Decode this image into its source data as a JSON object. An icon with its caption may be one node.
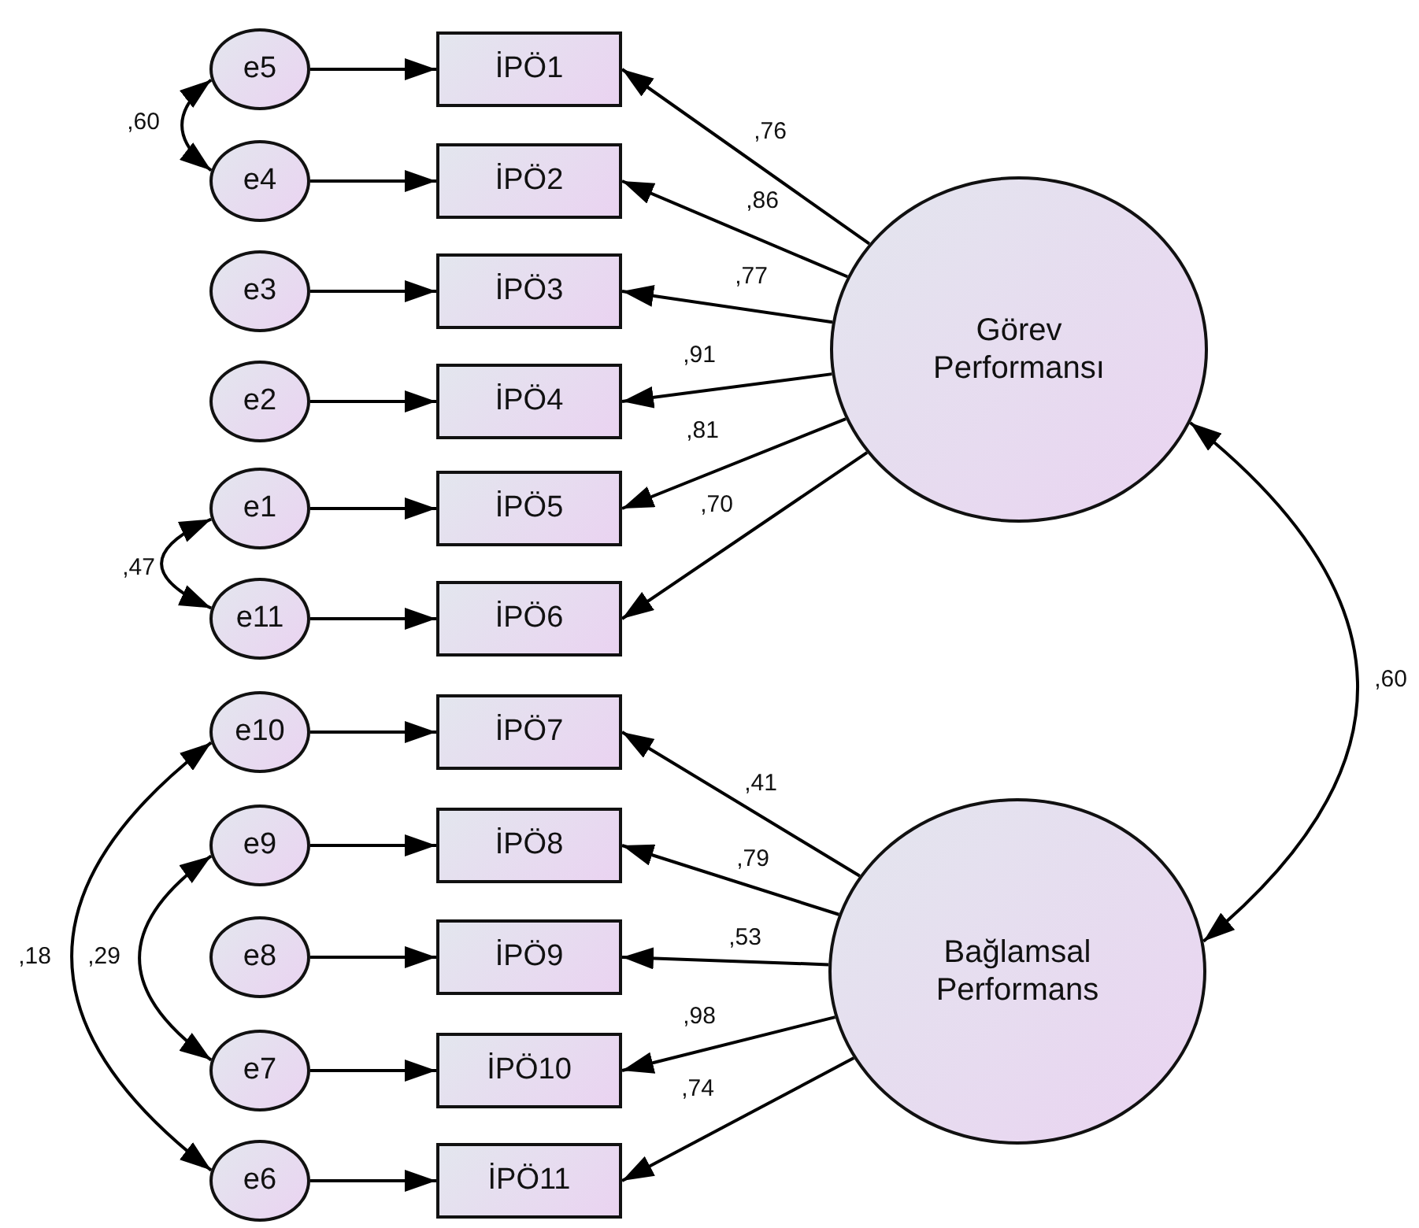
{
  "diagram": {
    "nodes": [
      {
        "text": [
          "e5"
        ]
      },
      {
        "text": [
          "e4"
        ]
      },
      {
        "text": [
          "e3"
        ]
      },
      {
        "text": [
          "e2"
        ]
      },
      {
        "text": [
          "e1"
        ]
      },
      {
        "text": [
          "e11"
        ]
      },
      {
        "text": [
          "e10"
        ]
      },
      {
        "text": [
          "e9"
        ]
      },
      {
        "text": [
          "e8"
        ]
      },
      {
        "text": [
          "e7"
        ]
      },
      {
        "text": [
          "e6"
        ]
      },
      {
        "text": [
          "İPÖ1"
        ]
      },
      {
        "text": [
          "İPÖ2"
        ]
      },
      {
        "text": [
          "İPÖ3"
        ]
      },
      {
        "text": [
          "İPÖ4"
        ]
      },
      {
        "text": [
          "İPÖ5"
        ]
      },
      {
        "text": [
          "İPÖ6"
        ]
      },
      {
        "text": [
          "İPÖ7"
        ]
      },
      {
        "text": [
          "İPÖ8"
        ]
      },
      {
        "text": [
          "İPÖ9"
        ]
      },
      {
        "text": [
          "İPÖ10"
        ]
      },
      {
        "text": [
          "İPÖ11"
        ]
      },
      {
        "text": [
          "Görev Performansı"
        ]
      },
      {
        "text": [
          "Bağlamsal Performans"
        ]
      }
    ],
    "edges": [
      {
        "from": 0,
        "to": 11,
        "arrow": "to"
      },
      {
        "from": 1,
        "to": 12,
        "arrow": "to"
      },
      {
        "from": 2,
        "to": 13,
        "arrow": "to"
      },
      {
        "from": 3,
        "to": 14,
        "arrow": "to"
      },
      {
        "from": 4,
        "to": 15,
        "arrow": "to"
      },
      {
        "from": 5,
        "to": 16,
        "arrow": "to"
      },
      {
        "from": 6,
        "to": 17,
        "arrow": "to"
      },
      {
        "from": 7,
        "to": 18,
        "arrow": "to"
      },
      {
        "from": 8,
        "to": 19,
        "arrow": "to"
      },
      {
        "from": 9,
        "to": 20,
        "arrow": "to"
      },
      {
        "from": 10,
        "to": 21,
        "arrow": "to"
      },
      {
        "from": 22,
        "to": 11,
        "arrow": "to",
        "label": ",76"
      },
      {
        "from": 22,
        "to": 12,
        "arrow": "to",
        "label": ",86"
      },
      {
        "from": 22,
        "to": 13,
        "arrow": "to",
        "label": ",77"
      },
      {
        "from": 22,
        "to": 14,
        "arrow": "to",
        "label": ",91"
      },
      {
        "from": 22,
        "to": 15,
        "arrow": "to",
        "label": ",81"
      },
      {
        "from": 22,
        "to": 16,
        "arrow": "to",
        "label": ",70"
      },
      {
        "from": 23,
        "to": 17,
        "arrow": "to",
        "label": ",41"
      },
      {
        "from": 23,
        "to": 18,
        "arrow": "to",
        "label": ",79"
      },
      {
        "from": 23,
        "to": 19,
        "arrow": "to",
        "label": ",53"
      },
      {
        "from": 23,
        "to": 20,
        "arrow": "to",
        "label": ",98"
      },
      {
        "from": 23,
        "to": 21,
        "arrow": "to",
        "label": ",74"
      },
      {
        "from": 0,
        "to": 1,
        "arrow": "both",
        "label": ",60"
      },
      {
        "from": 4,
        "to": 5,
        "arrow": "both",
        "label": ",47"
      },
      {
        "from": 6,
        "to": 10,
        "arrow": "both",
        "label": ",18"
      },
      {
        "from": 7,
        "to": 9,
        "arrow": "both",
        "label": ",29"
      },
      {
        "from": 22,
        "to": 23,
        "arrow": "both",
        "label": ",60"
      }
    ]
  }
}
